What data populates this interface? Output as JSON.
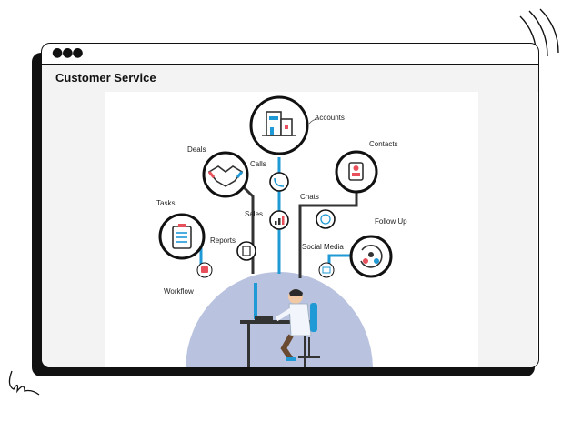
{
  "window": {
    "title": "Customer Service",
    "controls_icon": "three-dots-icon"
  },
  "diagram": {
    "nodes": {
      "accounts": "Accounts",
      "contacts": "Contacts",
      "deals": "Deals",
      "calls": "Calls",
      "chats": "Chats",
      "follow_up": "Follow Up",
      "tasks": "Tasks",
      "sales": "Sales",
      "reports": "Reports",
      "social_media": "Social Media",
      "workflow": "Workflow"
    },
    "colors": {
      "line_blue": "#1f9ad6",
      "line_dark": "#333333",
      "dome": "#b9c3df",
      "circle_border": "#111111"
    }
  }
}
